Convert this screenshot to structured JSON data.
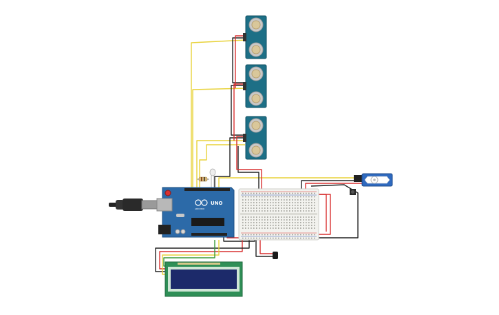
{
  "arduino": {
    "brand_label": "UNO",
    "logo_label": "ARDUINO"
  },
  "colors": {
    "board": "#2c6aa8",
    "sensor": "#1d6f86",
    "breadboard": "#f2f2ee",
    "lcd_board": "#2f8f57",
    "lcd_screen": "#1c2a6a",
    "servo": "#2f6ac0",
    "wire_yellow": "#e8d23a",
    "wire_red": "#d83030",
    "wire_black": "#222222",
    "wire_green": "#3a9a3a"
  },
  "components": [
    "ultrasonic-sensor-1",
    "ultrasonic-sensor-2",
    "ultrasonic-sensor-3",
    "arduino-uno",
    "breadboard",
    "servo-motor",
    "push-button",
    "lcd-display",
    "usb-cable",
    "piezo-buzzer",
    "resistor",
    "led"
  ]
}
